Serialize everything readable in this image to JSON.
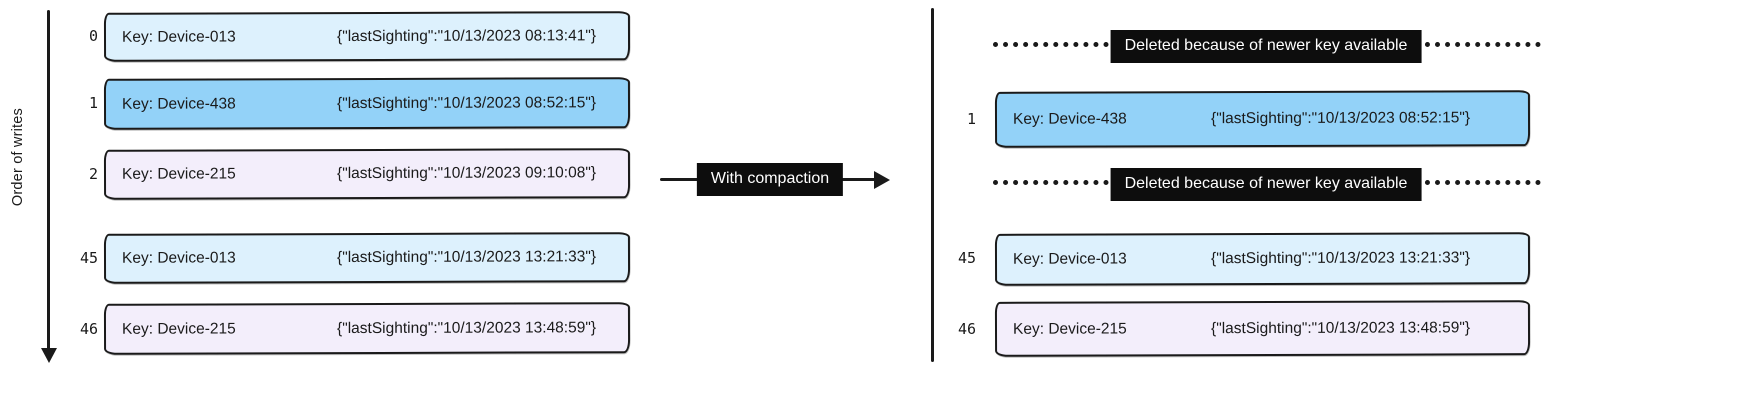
{
  "colors": {
    "ink": "#1a1a1a",
    "blue-light": "#ddf1fd",
    "blue-strong": "#93d2f8",
    "lavender": "#f3eefb",
    "label-bg": "#0d0d0d",
    "label-text": "#ffffff"
  },
  "axis": {
    "label": "Order of writes"
  },
  "arrow": {
    "label": "With compaction"
  },
  "left": {
    "rows": [
      {
        "index": "0",
        "key": "Key: Device-013",
        "value": "{\"lastSighting\":\"10/13/2023 08:13:41\"}"
      },
      {
        "index": "1",
        "key": "Key: Device-438",
        "value": "{\"lastSighting\":\"10/13/2023 08:52:15\"}"
      },
      {
        "index": "2",
        "key": "Key: Device-215",
        "value": "{\"lastSighting\":\"10/13/2023 09:10:08\"}"
      },
      {
        "index": "45",
        "key": "Key: Device-013",
        "value": "{\"lastSighting\":\"10/13/2023 13:21:33\"}"
      },
      {
        "index": "46",
        "key": "Key: Device-215",
        "value": "{\"lastSighting\":\"10/13/2023 13:48:59\"}"
      }
    ]
  },
  "right": {
    "deleted_label": "Deleted because of newer key available",
    "rows": [
      {
        "index": "1",
        "key": "Key: Device-438",
        "value": "{\"lastSighting\":\"10/13/2023 08:52:15\"}"
      },
      {
        "index": "45",
        "key": "Key: Device-013",
        "value": "{\"lastSighting\":\"10/13/2023 13:21:33\"}"
      },
      {
        "index": "46",
        "key": "Key: Device-215",
        "value": "{\"lastSighting\":\"10/13/2023 13:48:59\"}"
      }
    ]
  }
}
